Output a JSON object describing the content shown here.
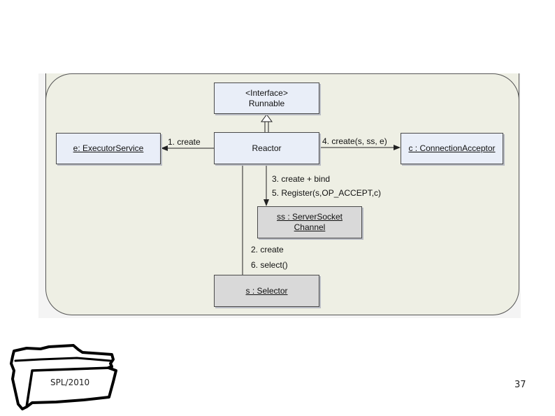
{
  "diagram": {
    "runnable": {
      "stereotype": "<Interface>",
      "name": "Runnable"
    },
    "reactor": {
      "name": "Reactor"
    },
    "executor": {
      "name": "e: ExecutorService"
    },
    "acceptor": {
      "name": "c : ConnectionAcceptor"
    },
    "server_socket": {
      "line1": "ss : ServerSocket",
      "line2": "Channel"
    },
    "selector": {
      "name": "s : Selector"
    },
    "labels": {
      "create_executor": "1. create",
      "create_acceptor": "4. create(s, ss, e)",
      "create_bind": "3. create + bind",
      "register": "5. Register(s,OP_ACCEPT,c)",
      "create_selector": "2. create",
      "select": "6. select()"
    }
  },
  "footer": {
    "course": "SPL/2010",
    "page_number": "37"
  },
  "colors": {
    "class_box": "#e9eef8",
    "object_box_gray": "#d9d9d9",
    "diagram_background": "#eeefe4",
    "line": "#222222"
  }
}
